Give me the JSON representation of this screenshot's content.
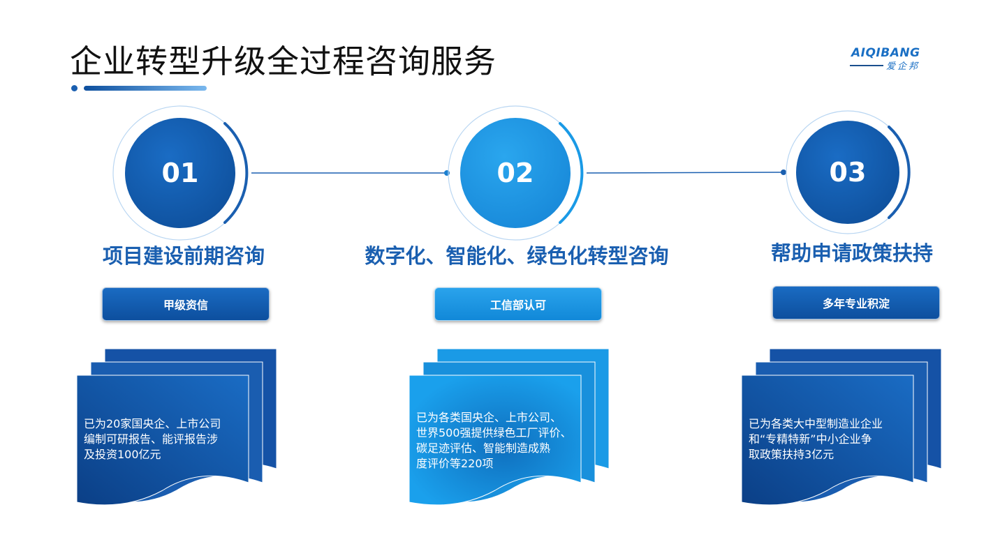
{
  "header": {
    "title": "企业转型升级全过程咨询服务",
    "logo_text": "AIQIBANG",
    "logo_cn": "爱企邦"
  },
  "colors": {
    "primary": "#0d4f9e",
    "accent": "#1a9ae6",
    "title_text": "#1a5fb0"
  },
  "steps": [
    {
      "number": "01",
      "title": "项目建设前期咨询",
      "badge": "甲级资信",
      "description": "已为20家国央企、上市公司\n编制可研报告、能评报告涉\n及投资100亿元"
    },
    {
      "number": "02",
      "title": "数字化、智能化、绿色化转型咨询",
      "badge": "工信部认可",
      "description": "已为各类国央企、上市公司、\n世界500强提供绿色工厂评价、\n碳足迹评估、智能制造成熟\n度评价等220项"
    },
    {
      "number": "03",
      "title": "帮助申请政策扶持",
      "badge": "多年专业积淀",
      "description": "已为各类大中型制造业企业\n和“专精特新”中小企业争\n取政策扶持3亿元"
    }
  ]
}
